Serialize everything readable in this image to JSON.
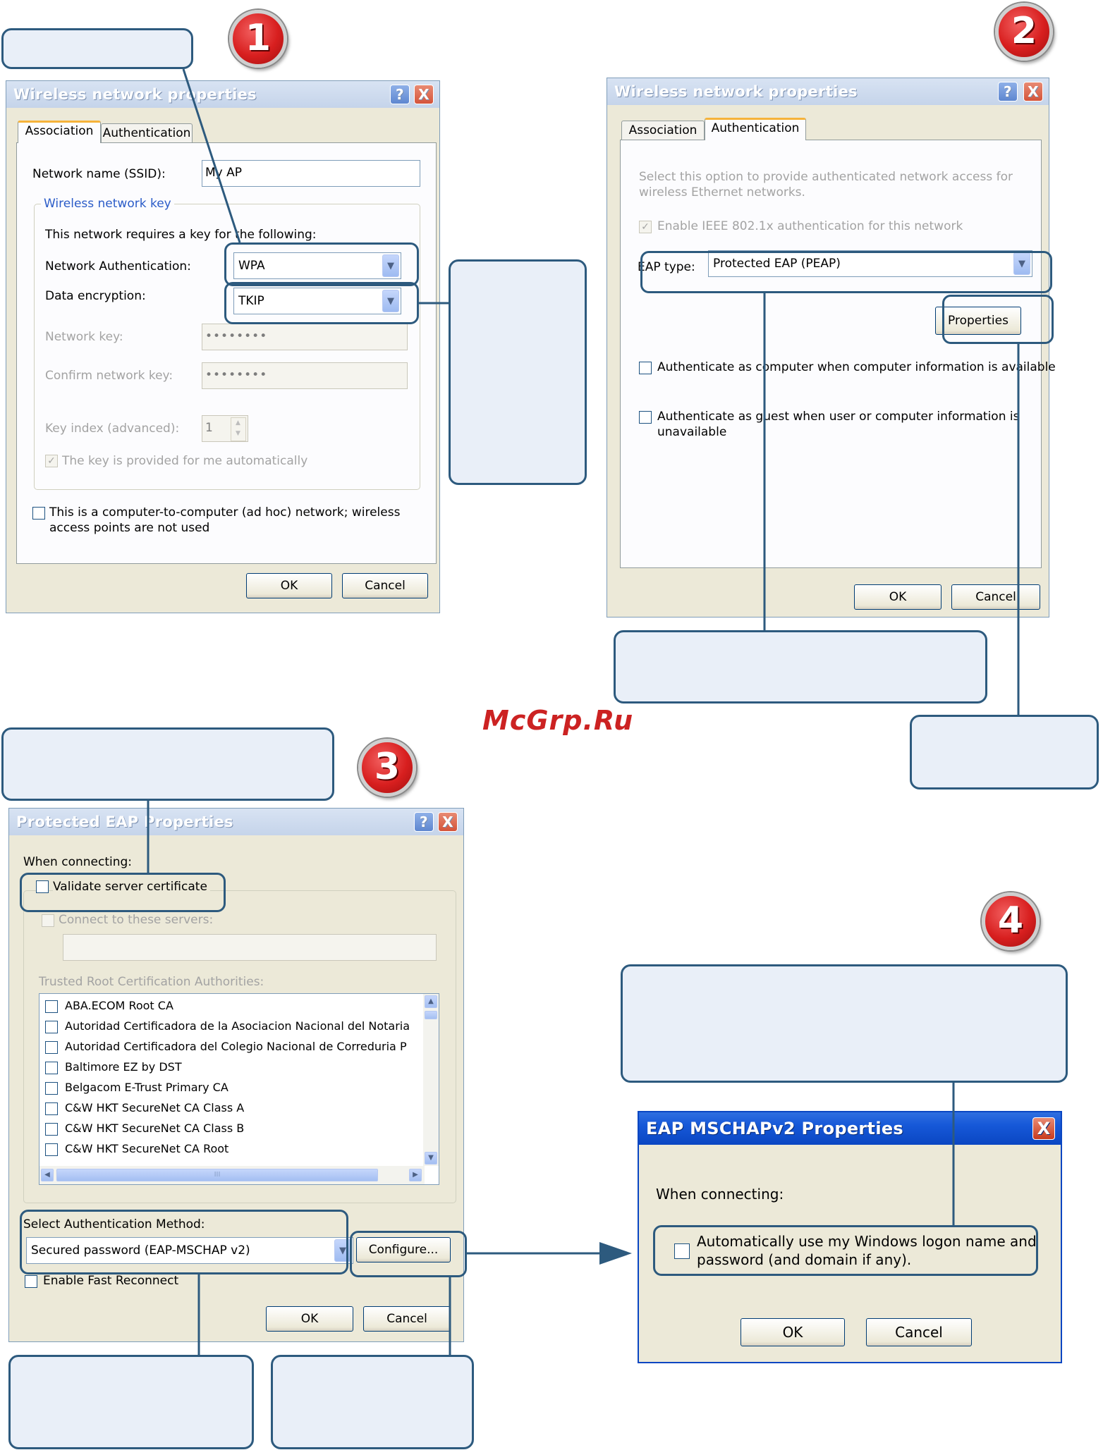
{
  "watermark": "McGrp.Ru",
  "badges": [
    "1",
    "2",
    "3",
    "4"
  ],
  "dialog1": {
    "title": "Wireless network properties",
    "help_icon": "?",
    "close_icon": "X",
    "tabs": [
      "Association",
      "Authentication"
    ],
    "ssid_label": "Network name (SSID):",
    "ssid_value": "My AP",
    "key_group_label": "Wireless network key",
    "requires_text": "This network requires a key for the following:",
    "auth_label": "Network Authentication:",
    "auth_value": "WPA",
    "enc_label": "Data encryption:",
    "enc_value": "TKIP",
    "netkey_label": "Network key:",
    "netkey_value": "••••••••",
    "confirm_label": "Confirm network key:",
    "confirm_value": "••••••••",
    "keyindex_label": "Key index (advanced):",
    "keyindex_value": "1",
    "auto_key_label": "The key is provided for me automatically",
    "adhoc_line1": "This is a computer-to-computer (ad hoc) network; wireless",
    "adhoc_line2": "access points are not used",
    "ok": "OK",
    "cancel": "Cancel"
  },
  "dialog2": {
    "title": "Wireless network properties",
    "help_icon": "?",
    "close_icon": "X",
    "tabs": [
      "Association",
      "Authentication"
    ],
    "desc_line1": "Select this option to provide authenticated network access for",
    "desc_line2": "wireless Ethernet networks.",
    "enable_label": "Enable IEEE 802.1x authentication for this network",
    "eap_label": "EAP type:",
    "eap_value": "Protected EAP (PEAP)",
    "properties": "Properties",
    "auth_computer": "Authenticate as computer when computer information is available",
    "auth_guest_line1": "Authenticate as guest when user or computer information is",
    "auth_guest_line2": "unavailable",
    "ok": "OK",
    "cancel": "Cancel"
  },
  "dialog3": {
    "title": "Protected EAP Properties",
    "help_icon": "?",
    "close_icon": "X",
    "when_connecting": "When connecting:",
    "validate_label": "Validate server certificate",
    "connect_label": "Connect to these servers:",
    "trusted_label": "Trusted Root Certification Authorities:",
    "cert_list": [
      "ABA.ECOM Root CA",
      "Autoridad Certificadora de la Asociacion Nacional del Notaria",
      "Autoridad Certificadora del Colegio Nacional de Correduria P",
      "Baltimore EZ by DST",
      "Belgacom E-Trust Primary CA",
      "C&W HKT SecureNet CA Class A",
      "C&W HKT SecureNet CA Class B",
      "C&W HKT SecureNet CA Root"
    ],
    "scroll_grip": "III",
    "select_method_label": "Select Authentication Method:",
    "method_value": "Secured password (EAP-MSCHAP v2)",
    "configure": "Configure...",
    "fast_reconnect": "Enable Fast Reconnect",
    "ok": "OK",
    "cancel": "Cancel"
  },
  "dialog4": {
    "title": "EAP MSCHAPv2 Properties",
    "close_icon": "X",
    "when_connecting": "When connecting:",
    "auto_line1": "Automatically use my Windows logon name and",
    "auto_line2": "password (and domain if any).",
    "ok": "OK",
    "cancel": "Cancel"
  }
}
